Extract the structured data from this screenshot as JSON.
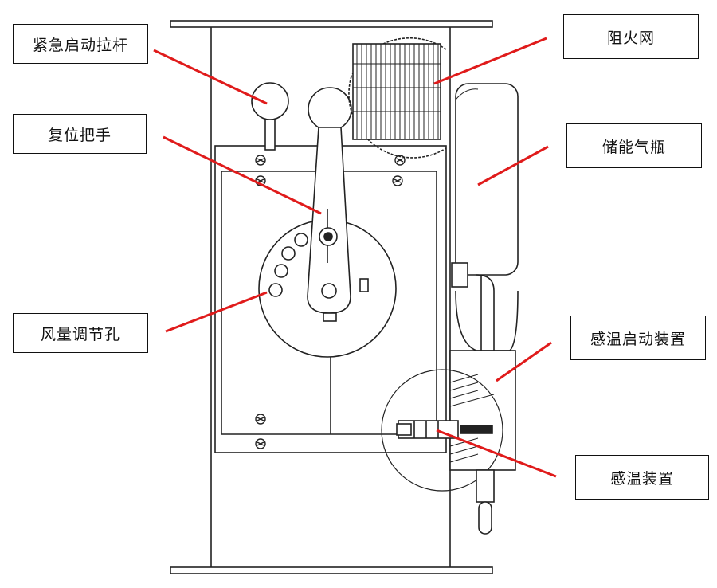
{
  "diagram": {
    "labels": {
      "emergency_lever": "紧急启动拉杆",
      "reset_handle": "复位把手",
      "air_adjust_hole": "风量调节孔",
      "flame_arrester": "阻火网",
      "gas_cylinder": "储能气瓶",
      "temp_start_device": "感温启动装置",
      "temp_device": "感温装置"
    },
    "colors": {
      "leader_line": "#e01b1b",
      "drawing_line": "#222222",
      "label_border": "#111111"
    }
  }
}
